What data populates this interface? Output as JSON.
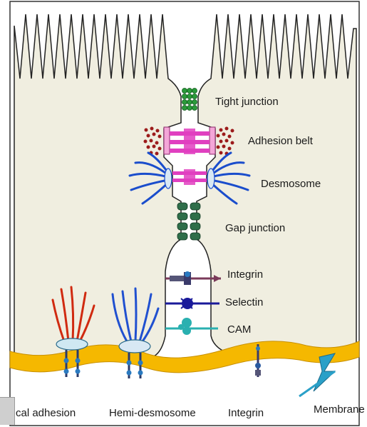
{
  "labels": {
    "tight_junction": "Tight junction",
    "adhesion_belt": "Adhesion belt",
    "desmosome": "Desmosome",
    "gap_junction": "Gap junction",
    "integrin": "Integrin",
    "selectin": "Selectin",
    "cam": "CAM"
  },
  "bottom_labels": {
    "focal_adhesion": "cal adhesion",
    "hemi_desmosome": "Hemi-desmosome",
    "integrin": "Integrin",
    "membrane": "Membrane"
  },
  "colors": {
    "cytoplasm": "#f0eee0",
    "outline": "#222222",
    "basement_membrane": "#f5b800",
    "tight_junction": "#2a9a3a",
    "adhesion_red": "#9c1b1b",
    "adhesion_pink": "#e040c0",
    "desmosome_blue": "#1a4dcc",
    "gap_green": "#2f6e4a",
    "integrin_dark": "#3a3a6a",
    "selectin_blue": "#1a1a9a",
    "cam_teal": "#2ab0b0",
    "focal_red": "#d02a10",
    "hemi_blue": "#2050d0",
    "membrane_teal": "#2aa0c8"
  }
}
